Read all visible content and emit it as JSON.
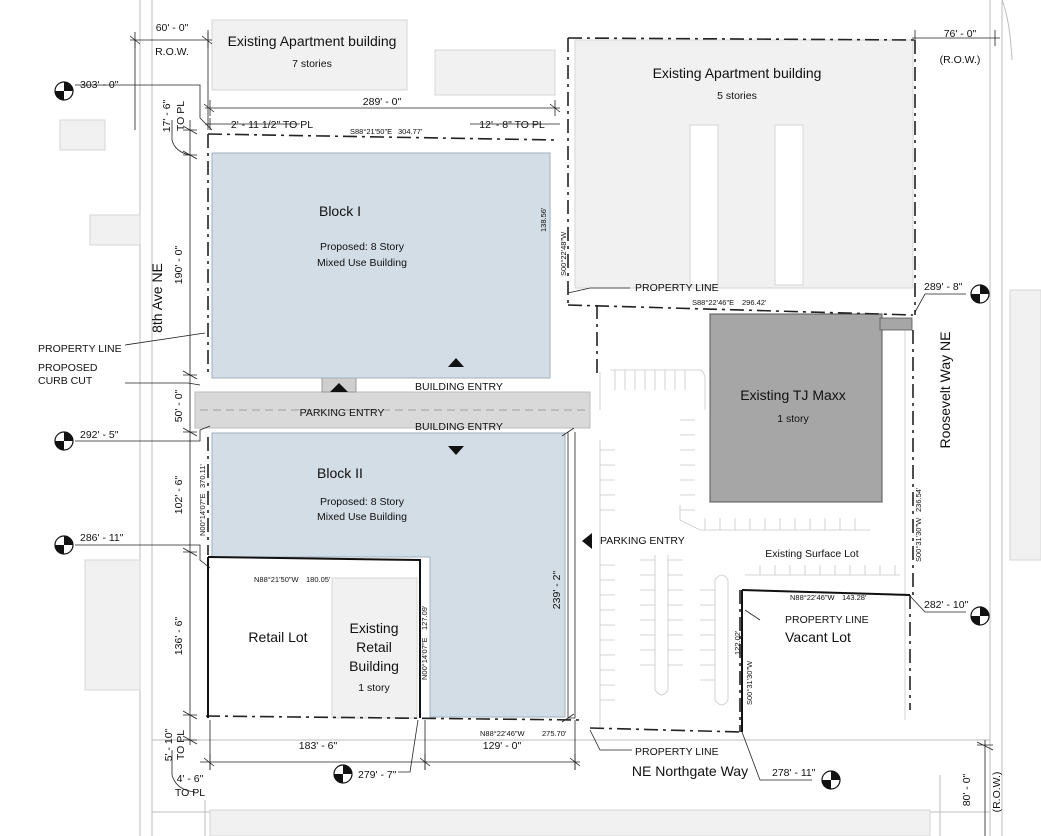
{
  "streets": {
    "west": "8th Ave NE",
    "east": "Roosevelt Way NE",
    "south": "NE Northgate Way"
  },
  "buildings": {
    "apt_nw": {
      "name": "Existing Apartment building",
      "stories": "7 stories"
    },
    "apt_ne": {
      "name": "Existing Apartment building",
      "stories": "5 stories"
    },
    "block1": {
      "name": "Block I",
      "line1": "Proposed: 8 Story",
      "line2": "Mixed Use Building"
    },
    "block2": {
      "name": "Block II",
      "line1": "Proposed: 8 Story",
      "line2": "Mixed Use Building"
    },
    "tjmaxx": {
      "name": "Existing TJ Maxx",
      "stories": "1 story"
    },
    "retail_lot": "Retail Lot",
    "retail_bldg": {
      "line1": "Existing",
      "line2": "Retail",
      "line3": "Building",
      "stories": "1 story"
    },
    "surface_lot": "Existing Surface Lot",
    "vacant_lot": "Vacant Lot"
  },
  "labels": {
    "property_line": "PROPERTY LINE",
    "curb_cut_1": "PROPOSED",
    "curb_cut_2": "CURB CUT",
    "building_entry": "BUILDING ENTRY",
    "parking_entry": "PARKING ENTRY",
    "row": "R.O.W.",
    "row_paren": "(R.O.W.)",
    "to_pl": "TO PL"
  },
  "dims": {
    "row_west": "60' - 0\"",
    "row_east": "76' - 0\"",
    "row_south": "80' - 0\"",
    "top_width": "289' - 0\"",
    "top_left_off": "2' - 11 1/2\" TO PL",
    "top_right_off": "12' - 8\" TO PL",
    "west_17": "17' - 6\"",
    "west_190": "190' - 0\"",
    "west_50": "50' - 0\"",
    "west_102": "102' - 6\"",
    "west_136": "136' - 6\"",
    "west_5": "5' - 10\"",
    "south_4": "4' - 6\"",
    "bottom_183": "183' - 6\"",
    "bottom_129": "129' - 0\"",
    "east_239": "239' - 2\""
  },
  "elevations": {
    "e303": "303' - 0\"",
    "e292": "292' - 5\"",
    "e286": "286' - 11\"",
    "e289": "289' - 8\"",
    "e282": "282' - 10\"",
    "e279": "279' - 7\"",
    "e278": "278' - 11\""
  },
  "bearings": {
    "b1": "S88°21'50\"E",
    "b1d": "304.77'",
    "b2": "S00°22'48\"W",
    "b2d": "138.56'",
    "b3": "S88°22'46\"E",
    "b3d": "296.42'",
    "b4": "N00°14'07\"E",
    "b4d": "370.11'",
    "b5": "N88°21'50\"W",
    "b5d": "180.05'",
    "b6": "N00°14'07\"E",
    "b6d": "127.09'",
    "b7": "N88°22'46\"W",
    "b7d": "275.70'",
    "b8": "N88°22'46\"W",
    "b8d": "143.28'",
    "b9": "S00°31'30\"W",
    "b9d": "122.02'",
    "b10": "S00°31'30\"W",
    "b10d": "236.54'"
  },
  "colors": {
    "proposed": "#d3dde6",
    "tjmaxx": "#a6a6a6",
    "drive": "#d9d9d9",
    "background_bldg": "#f1f1f1"
  }
}
